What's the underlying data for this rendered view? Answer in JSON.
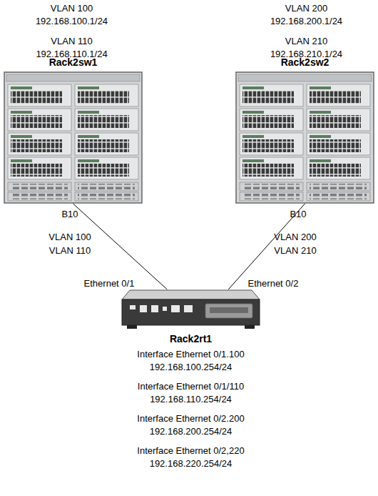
{
  "diagram": {
    "nodes": [
      {
        "text": [
          "Rack2sw1"
        ]
      },
      {
        "text": [
          "Rack2sw2"
        ]
      },
      {
        "text": [
          "Rack2rt1"
        ]
      }
    ],
    "edges": [
      {
        "from": 0,
        "to": 2,
        "arrow": "none",
        "label": "VLAN 100 VLAN 110"
      },
      {
        "from": 1,
        "to": 2,
        "arrow": "none",
        "label": "VLAN 200 VLAN 210"
      }
    ],
    "labels": [
      "VLAN 100 192.168.100.1/24",
      "VLAN 110 192.168.110.1/24",
      "VLAN 200 192.168.200.1/24",
      "VLAN 210 192.168.210.1/24",
      "B10",
      "B10",
      "Ethernet 0/1",
      "Ethernet 0/2",
      "Interface Ethernet 0/1.100 192.168.100.254/24",
      "Interface Ethernet 0/1/110 192.168.110.254/24",
      "Interface Ethernet 0/2.200 192.168.200.254/24",
      "Interface Ethernet 0/2,220 192.168.220.254/24"
    ]
  }
}
